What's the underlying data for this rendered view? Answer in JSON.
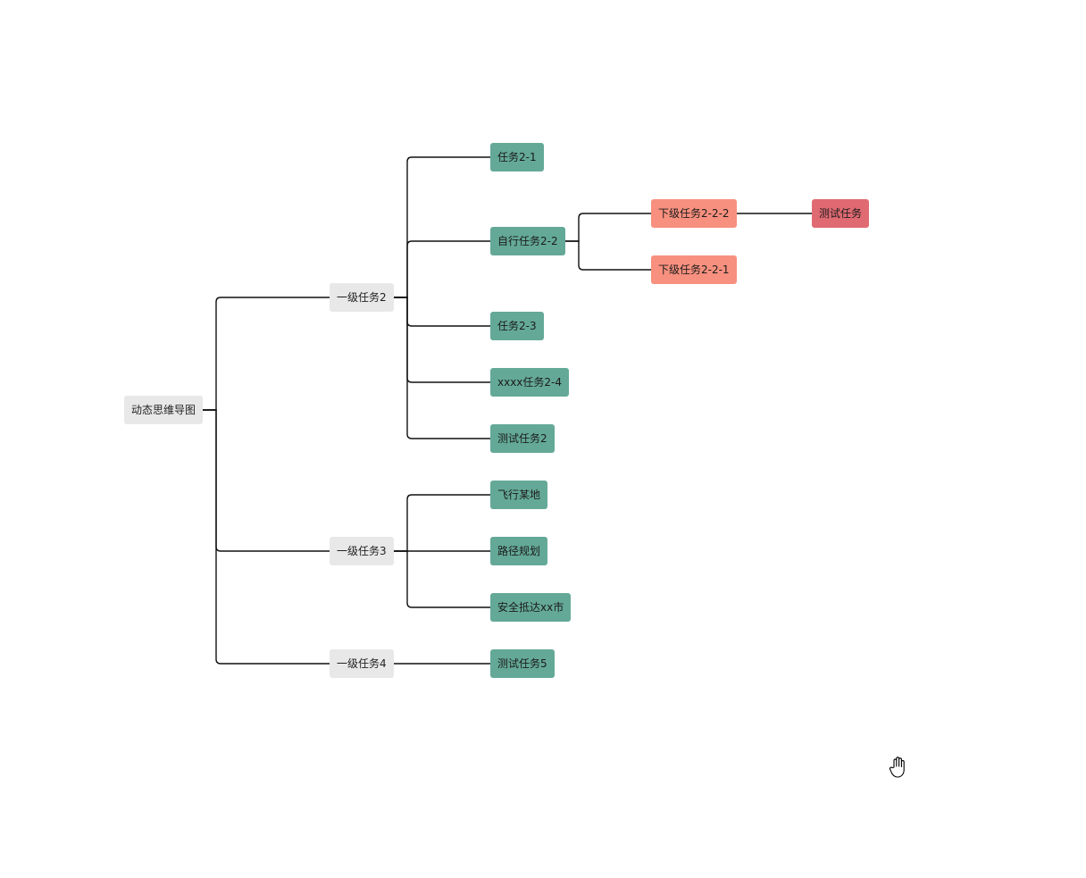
{
  "mindmap": {
    "root": {
      "label": "动态思维导图"
    },
    "branches": [
      {
        "label": "一级任务2",
        "children": [
          {
            "label": "任务2-1"
          },
          {
            "label": "自行任务2-2",
            "children": [
              {
                "label": "下级任务2-2-2",
                "children": [
                  {
                    "label": "测试任务"
                  }
                ]
              },
              {
                "label": "下级任务2-2-1"
              }
            ]
          },
          {
            "label": "任务2-3"
          },
          {
            "label": "xxxx任务2-4"
          },
          {
            "label": "测试任务2"
          }
        ]
      },
      {
        "label": "一级任务3",
        "children": [
          {
            "label": "飞行某地"
          },
          {
            "label": "路径规划"
          },
          {
            "label": "安全抵达xx市"
          }
        ]
      },
      {
        "label": "一级任务4",
        "children": [
          {
            "label": "测试任务5"
          }
        ]
      }
    ]
  },
  "colors": {
    "level1_bg": "#e8e8e8",
    "level2_bg": "#64a997",
    "level3_bg": "#f8907f",
    "level4_bg": "#e06a72",
    "line": "#111111"
  },
  "icons": {
    "cursor": "hand-grab-icon"
  }
}
